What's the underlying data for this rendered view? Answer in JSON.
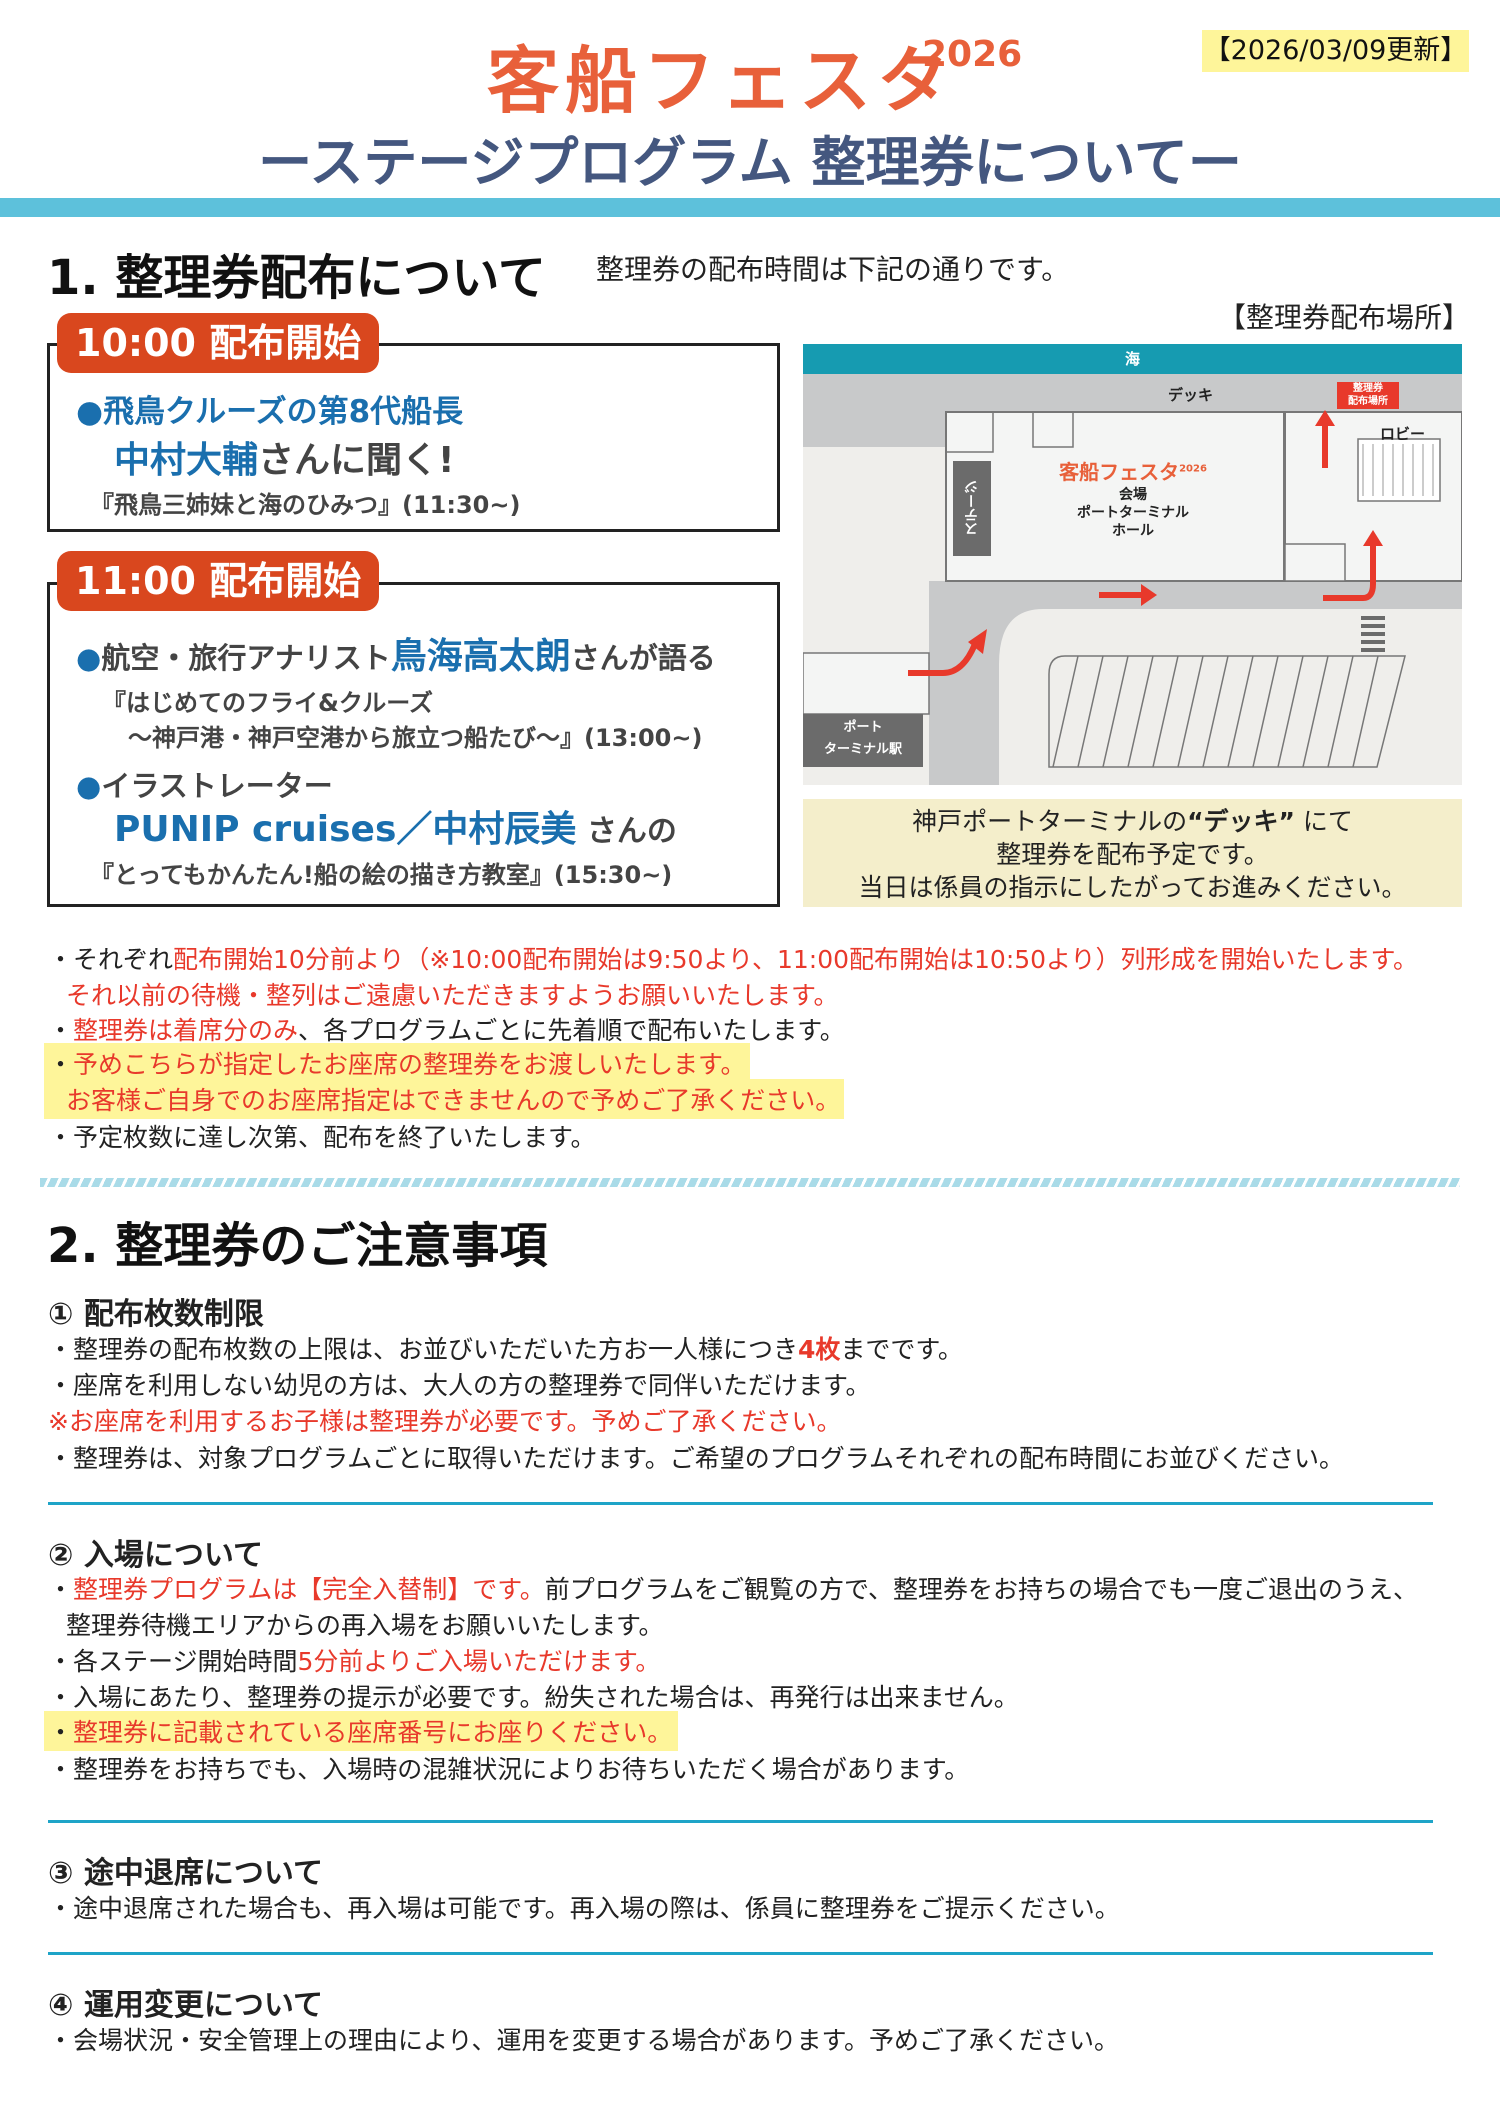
{
  "header": {
    "logo": "客船フェスタ",
    "logo_year": "2026",
    "updated": "【2026/03/09更新】",
    "subtitle": "ーステージプログラム 整理券についてー"
  },
  "section1": {
    "title": "1. 整理券配布について",
    "intro": "整理券の配布時間は下記の通りです。",
    "place_label": "【整理券配布場所】",
    "slots": [
      {
        "tag": "10:00 配布開始",
        "programs": [
          {
            "line1": "飛鳥クルーズの第8代船長",
            "name": "中村大輔",
            "suffix": "さんに聞く!",
            "title": "『飛鳥三姉妹と海のひみつ』",
            "time": "(11:30~)"
          }
        ]
      },
      {
        "tag": "11:00 配布開始",
        "programs": [
          {
            "role": "航空・旅行アナリスト",
            "name": "鳥海高太朗",
            "suffix": "さんが語る",
            "title1": "『はじめてのフライ&クルーズ",
            "title2": "～神戸港・神戸空港から旅立つ船たび～』",
            "time": "(13:00~)"
          },
          {
            "role": "イラストレーター",
            "name": "PUNIP cruises／中村辰美",
            "suffix": " さんの",
            "title": "『とってもかんたん!船の絵の描き方教室』",
            "time": "(15:30~)"
          }
        ]
      }
    ],
    "map": {
      "sea": "海",
      "deck": "デッキ",
      "dist_label1": "整理券",
      "dist_label2": "配布場所",
      "lobby": "ロビー",
      "stage": "ステージ",
      "logo": "客船フェスタ",
      "logo_year": "2026",
      "venue1": "会場",
      "venue2": "ポートターミナル",
      "venue3": "ホール",
      "station1": "ポート",
      "station2": "ターミナル駅"
    },
    "caption": {
      "line1a": "神戸ポートターミナルの",
      "line1b": "“デッキ”",
      "line1c": "にて",
      "line2": "整理券を配布予定です。",
      "line3": "当日は係員の指示にしたがってお進みください。"
    },
    "notes": [
      {
        "a": "・それぞれ",
        "b": "配布開始10分前より（※10:00配布開始は9:50より、11:00配布開始は10:50より）列形成を開始いたします。"
      },
      {
        "b": "それ以前の待機・整列はご遠慮いただきますようお願いいたします。"
      },
      {
        "a": "・",
        "b": "整理券は着席分のみ",
        "c": "、各プログラムごとに先着順で配布いたします。"
      },
      {
        "a": "・",
        "b": "予めこちらが指定したお座席の整理券をお渡しいたします。"
      },
      {
        "b": "お客様ご自身でのお座席指定はできませんので予めご了承ください。"
      },
      {
        "a": "・予定枚数に達し次第、配布を終了いたします。"
      }
    ]
  },
  "section2": {
    "title": "2. 整理券のご注意事項",
    "items": [
      {
        "heading": "① 配布枚数制限",
        "lines": [
          {
            "a": "・整理券の配布枚数の上限は、お並びいただいた方お一人様につき",
            "b": "4枚",
            "c": "までです。"
          },
          {
            "a": "・座席を利用しない幼児の方は、大人の方の整理券で同伴いただけます。"
          },
          {
            "b": "※お座席を利用するお子様は整理券が必要です。予めご了承ください。"
          },
          {
            "a": "・整理券は、対象プログラムごとに取得いただけます。ご希望のプログラムそれぞれの配布時間にお並びください。"
          }
        ]
      },
      {
        "heading": "② 入場について",
        "lines": [
          {
            "a": "・",
            "b": "整理券プログラムは【完全入替制】です。",
            "c": "前プログラムをご観覧の方で、整理券をお持ちの場合でも一度ご退出のうえ、"
          },
          {
            "a": "整理券待機エリアからの再入場をお願いいたします。"
          },
          {
            "a": "・各ステージ開始時間",
            "b": "5分前よりご入場いただけます。"
          },
          {
            "a": "・入場にあたり、整理券の提示が必要です。紛失された場合は、再発行は出来ません。"
          },
          {
            "a": "・",
            "b": "整理券に記載されている座席番号にお座りください。"
          },
          {
            "a": "・整理券をお持ちでも、入場時の混雑状況によりお待ちいただく場合があります。"
          }
        ]
      },
      {
        "heading": "③ 途中退席について",
        "lines": [
          {
            "a": "・途中退席された場合も、再入場は可能です。再入場の際は、係員に整理券をご提示ください。"
          }
        ]
      },
      {
        "heading": "④ 運用変更について",
        "lines": [
          {
            "a": "・会場状況・安全管理上の理由により、運用を変更する場合があります。予めご了承ください。"
          }
        ]
      }
    ]
  },
  "colors": {
    "brand_orange": "#e8603a",
    "navy": "#44577f",
    "tag_red": "#d9471e",
    "name_blue": "#1a6fae",
    "alert_red": "#e8392b",
    "highlight": "#fef59a",
    "cyan": "#5dc1db"
  }
}
